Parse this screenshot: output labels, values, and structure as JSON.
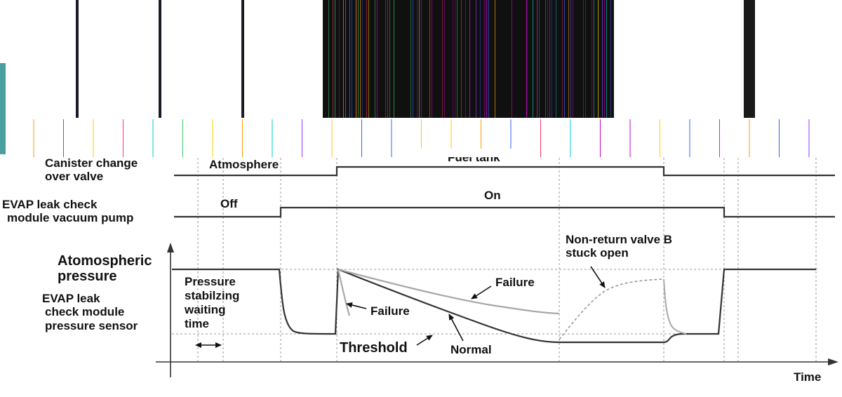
{
  "rows": {
    "valve": {
      "label_line1": "Canister change",
      "label_line2": "over valve",
      "state_atmosphere": "Atmosphere",
      "state_fuel_tank": "Fuel tank"
    },
    "pump": {
      "label_line1": "EVAP leak check",
      "label_line2": "module vacuum pump",
      "state_off": "Off",
      "state_on": "On"
    },
    "sensor": {
      "atm_line1": "Atomospheric",
      "atm_line2": "pressure",
      "label_line1": "EVAP leak",
      "label_line2": "check module",
      "label_line3": "pressure sensor"
    }
  },
  "annotations": {
    "wait_line1": "Pressure",
    "wait_line2": "stabilzing",
    "wait_line3": "waiting",
    "wait_line4": "time",
    "failure_upper": "Failure",
    "failure_lower": "Failure",
    "threshold": "Threshold",
    "normal": "Normal",
    "nrv_line1": "Non-return valve B",
    "nrv_line2": "stuck open"
  },
  "axis": {
    "x_label": "Time"
  },
  "colors": {
    "trace": "#333333",
    "failure_curve": "#a8a8a8",
    "grid": "#9a9a9a",
    "text": "#111111"
  },
  "noise_colors": [
    "#ff00ff",
    "#ff9900",
    "#33cc66",
    "#3366ff",
    "#cc00cc",
    "#ffcc00",
    "#00cccc",
    "#ff3366",
    "#9933ff"
  ]
}
